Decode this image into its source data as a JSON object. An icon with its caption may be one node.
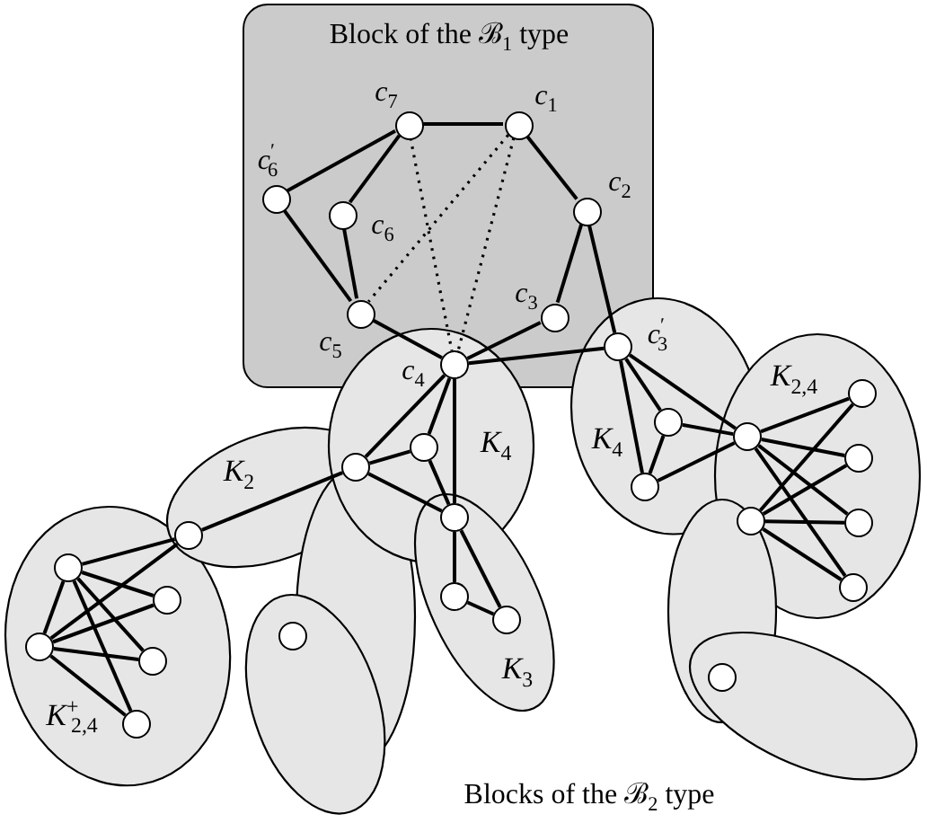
{
  "diagram": {
    "nodes": [
      {
        "text": [
          "Block of the ℬ$_{1}$ type"
        ]
      },
      {
        "text": [],
        "shape": "circle",
        "beside": [
          "*c*$_{7}$"
        ],
        "in": 0
      },
      {
        "text": [],
        "shape": "circle",
        "beside": [
          "*c*$_{1}$"
        ],
        "in": 0
      },
      {
        "text": [],
        "shape": "circle",
        "beside": [
          "*c*$^{′}$$_{6}$"
        ],
        "in": 0
      },
      {
        "text": [],
        "shape": "circle",
        "beside": [
          "*c*$_{6}$"
        ],
        "in": 0
      },
      {
        "text": [],
        "shape": "circle",
        "beside": [
          "*c*$_{2}$"
        ],
        "in": 0
      },
      {
        "text": [],
        "shape": "circle",
        "beside": [
          "*c*$_{3}$"
        ],
        "in": 0
      },
      {
        "text": [],
        "shape": "circle",
        "beside": [
          "*c*$_{5}$"
        ],
        "in": 0
      },
      {
        "text": [
          "*K*$_{4}$"
        ]
      },
      {
        "text": [],
        "shape": "circle",
        "beside": [
          "*c*$_{4}$"
        ]
      },
      {
        "text": [],
        "shape": "circle",
        "in": 8
      },
      {
        "text": [
          "*K*$_{4}$"
        ]
      },
      {
        "text": [],
        "shape": "circle",
        "beside": [
          "*c*$^{′}$$_{3}$"
        ]
      },
      {
        "text": [],
        "shape": "circle",
        "in": 11
      },
      {
        "text": [],
        "shape": "circle",
        "in": 11
      },
      {
        "text": [
          "*K*$_{2,4}$"
        ]
      },
      {
        "text": [],
        "shape": "circle"
      },
      {
        "text": [],
        "shape": "circle",
        "in": 15
      },
      {
        "text": [],
        "shape": "circle",
        "in": 15
      },
      {
        "text": [],
        "shape": "circle",
        "in": 15
      },
      {
        "text": [],
        "shape": "circle",
        "in": 15
      },
      {
        "text": [
          "*K*$_{2}$"
        ]
      },
      {
        "text": [],
        "shape": "circle"
      },
      {
        "text": [],
        "shape": "ellipse"
      },
      {
        "text": [],
        "shape": "circle",
        "in": 21
      },
      {
        "text": [
          "*K*$^{+}$$_{2,4}$"
        ]
      },
      {
        "text": [],
        "shape": "circle",
        "in": 25
      },
      {
        "text": [],
        "shape": "circle",
        "in": 25
      },
      {
        "text": [],
        "shape": "circle",
        "in": 25
      },
      {
        "text": [],
        "shape": "circle",
        "in": 25
      },
      {
        "text": [],
        "shape": "circle",
        "in": 25
      },
      {
        "text": [],
        "shape": "circle"
      },
      {
        "text": [
          "*K*$_{3}$"
        ]
      },
      {
        "text": [],
        "shape": "circle",
        "in": 32
      },
      {
        "text": [],
        "shape": "circle",
        "in": 32
      },
      {
        "text": [],
        "shape": "ellipse"
      },
      {
        "text": [],
        "shape": "circle"
      },
      {
        "text": [],
        "shape": "ellipse"
      },
      {
        "text": [],
        "shape": "circle",
        "in": 37
      },
      {
        "text": [],
        "shape": "ellipse"
      },
      {
        "text": [],
        "shape": "circle"
      }
    ],
    "edges": [
      {
        "from": 1,
        "to": 2,
        "arrow": "none"
      },
      {
        "from": 2,
        "to": 5,
        "arrow": "none"
      },
      {
        "from": 5,
        "to": 6,
        "arrow": "none"
      },
      {
        "from": 6,
        "to": 9,
        "arrow": "none"
      },
      {
        "from": 9,
        "to": 7,
        "arrow": "none"
      },
      {
        "from": 7,
        "to": 4,
        "arrow": "none"
      },
      {
        "from": 4,
        "to": 1,
        "arrow": "none"
      },
      {
        "from": 1,
        "to": 3,
        "arrow": "none"
      },
      {
        "from": 3,
        "to": 7,
        "arrow": "none"
      },
      {
        "from": 1,
        "to": 9,
        "arrow": "none",
        "style": "dashed"
      },
      {
        "from": 2,
        "to": 7,
        "arrow": "none",
        "style": "dashed"
      },
      {
        "from": 2,
        "to": 9,
        "arrow": "none",
        "style": "dashed"
      },
      {
        "from": 5,
        "to": 12,
        "arrow": "none"
      },
      {
        "from": 9,
        "to": 12,
        "arrow": "none"
      },
      {
        "from": 9,
        "to": 10,
        "arrow": "none"
      },
      {
        "from": 9,
        "to": 22,
        "arrow": "none"
      },
      {
        "from": 9,
        "to": 31,
        "arrow": "none"
      },
      {
        "from": 10,
        "to": 22,
        "arrow": "none"
      },
      {
        "from": 10,
        "to": 31,
        "arrow": "none"
      },
      {
        "from": 22,
        "to": 31,
        "arrow": "none"
      },
      {
        "from": 31,
        "to": 33,
        "arrow": "none"
      },
      {
        "from": 31,
        "to": 34,
        "arrow": "none"
      },
      {
        "from": 33,
        "to": 34,
        "arrow": "none"
      },
      {
        "from": 22,
        "to": 24,
        "arrow": "none"
      },
      {
        "from": 26,
        "to": 28,
        "arrow": "none"
      },
      {
        "from": 26,
        "to": 24,
        "arrow": "none"
      },
      {
        "from": 26,
        "to": 27,
        "arrow": "none"
      },
      {
        "from": 26,
        "to": 29,
        "arrow": "none"
      },
      {
        "from": 26,
        "to": 30,
        "arrow": "none"
      },
      {
        "from": 28,
        "to": 24,
        "arrow": "none"
      },
      {
        "from": 28,
        "to": 27,
        "arrow": "none"
      },
      {
        "from": 28,
        "to": 29,
        "arrow": "none"
      },
      {
        "from": 28,
        "to": 30,
        "arrow": "none"
      },
      {
        "from": 12,
        "to": 13,
        "arrow": "none"
      },
      {
        "from": 12,
        "to": 14,
        "arrow": "none"
      },
      {
        "from": 12,
        "to": 16,
        "arrow": "none"
      },
      {
        "from": 13,
        "to": 14,
        "arrow": "none"
      },
      {
        "from": 13,
        "to": 16,
        "arrow": "none"
      },
      {
        "from": 14,
        "to": 16,
        "arrow": "none"
      },
      {
        "from": 16,
        "to": 17,
        "arrow": "none"
      },
      {
        "from": 16,
        "to": 18,
        "arrow": "none"
      },
      {
        "from": 16,
        "to": 19,
        "arrow": "none"
      },
      {
        "from": 16,
        "to": 20,
        "arrow": "none"
      },
      {
        "from": 36,
        "to": 17,
        "arrow": "none"
      },
      {
        "from": 36,
        "to": 18,
        "arrow": "none"
      },
      {
        "from": 36,
        "to": 19,
        "arrow": "none"
      },
      {
        "from": 36,
        "to": 20,
        "arrow": "none"
      }
    ],
    "labels": [
      "Blocks of the ℬ$_{2}$ type"
    ]
  }
}
